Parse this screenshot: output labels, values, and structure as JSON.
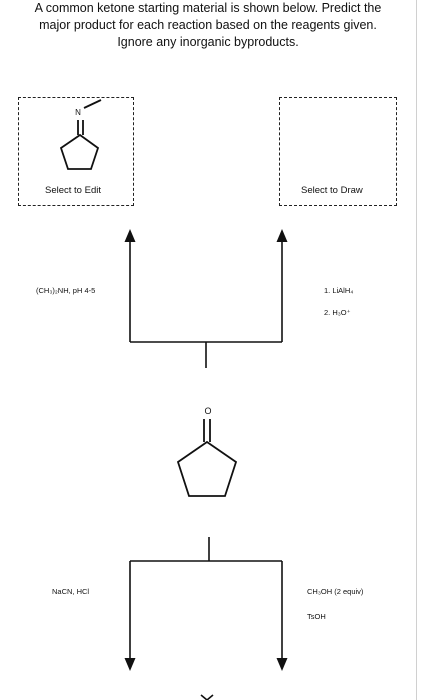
{
  "header": {
    "line1": "A common ketone starting material is shown below. Predict the",
    "line2": "major product for each reaction based on the reagents given.",
    "line3": "Ignore any inorganic byproducts."
  },
  "boxes": {
    "left_label": "Select to Edit",
    "right_label": "Select to Draw"
  },
  "structures": {
    "product_n_label": "N",
    "start_o_label": "O"
  },
  "reagents": {
    "top_left": "(CH₃)₂NH, pH 4-5",
    "top_right_1": "1. LiAlH₄",
    "top_right_2": "2. H₃O⁺",
    "bottom_left": "NaCN, HCl",
    "bottom_right_1": "CH₃OH (2 equiv)",
    "bottom_right_2": "TsOH"
  }
}
